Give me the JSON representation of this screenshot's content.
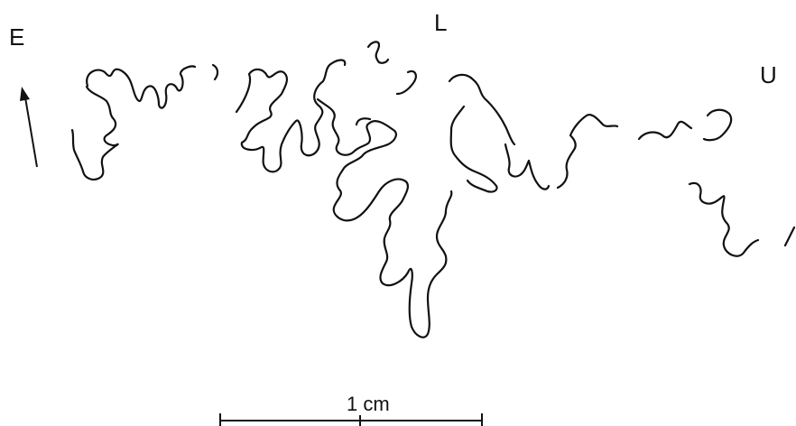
{
  "labels": {
    "e": "E",
    "l": "L",
    "u": "U"
  },
  "scale_bar": {
    "label": "1 cm"
  },
  "colors": {
    "ink": "#111111",
    "background": "#ffffff"
  }
}
